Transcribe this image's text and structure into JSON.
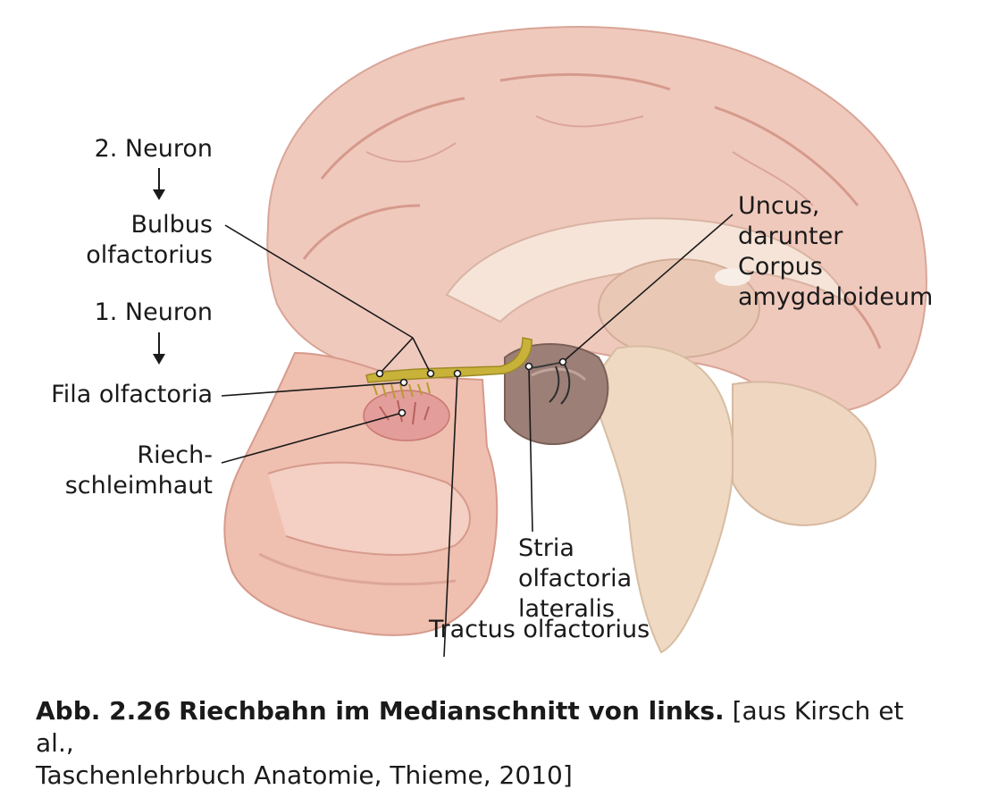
{
  "labels": {
    "neuron2": "2. Neuron",
    "bulbus_line1": "Bulbus",
    "bulbus_line2": "olfactorius",
    "neuron1": "1. Neuron",
    "fila": "Fila olfactoria",
    "riech_line1": "Riech-",
    "riech_line2": "schleimhaut",
    "uncus_line1": "Uncus,",
    "uncus_line2": "darunter",
    "uncus_line3": "Corpus",
    "uncus_line4": "amygdaloideum",
    "stria_line1": "Stria",
    "stria_line2": "olfactoria",
    "stria_line3": "lateralis",
    "tractus": "Tractus olfactorius"
  },
  "caption": {
    "number": "Abb. 2.26",
    "title": "Riechbahn im Medianschnitt von links.",
    "source_line1": "[aus Kirsch et al.,",
    "source_line2": "Taschenlehrbuch Anatomie, Thieme, 2010]"
  },
  "colors": {
    "brain": "#f0c9bd",
    "brain_shadow": "#d9a597",
    "nasal": "#efbfb0",
    "brainstem": "#efd9c2",
    "olfactory_tract": "#c9b23a"
  }
}
